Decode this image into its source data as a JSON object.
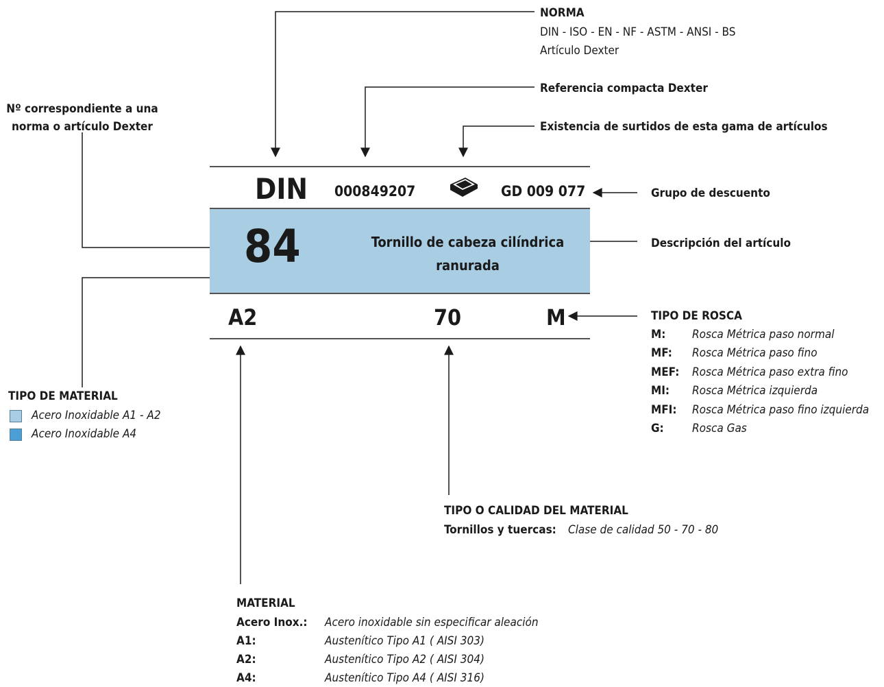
{
  "norma": {
    "title": "NORMA",
    "line1": "DIN - ISO - EN - NF - ASTM - ANSI - BS",
    "line2": "Artículo Dexter"
  },
  "referencia": "Referencia compacta Dexter",
  "surtidos": "Existencia de surtidos de esta gama de artículos",
  "numero_norma": {
    "line1": "Nº correspondiente a una",
    "line2": "norma o artículo Dexter"
  },
  "label": {
    "norm": "DIN",
    "code": "000849207",
    "group": "GD 009 077",
    "number": "84",
    "desc_line1": "Tornillo de cabeza cilíndrica",
    "desc_line2": "ranurada",
    "material": "A2",
    "quality": "70",
    "thread": "M"
  },
  "grupo_descuento": "Grupo de descuento",
  "descripcion": "Descripción del artículo",
  "tipo_rosca": {
    "title": "TIPO DE ROSCA",
    "items": [
      {
        "code": "M:",
        "desc": "Rosca Métrica paso normal"
      },
      {
        "code": "MF:",
        "desc": "Rosca Métrica paso fino"
      },
      {
        "code": "MEF:",
        "desc": "Rosca Métrica paso extra fino"
      },
      {
        "code": "MI:",
        "desc": "Rosca Métrica izquierda"
      },
      {
        "code": "MFI:",
        "desc": "Rosca Métrica paso fino izquierda"
      },
      {
        "code": "G:",
        "desc": "Rosca Gas"
      }
    ]
  },
  "tipo_material": {
    "title": "TIPO DE MATERIAL",
    "items": [
      {
        "desc": "Acero Inoxidable A1 - A2",
        "color": "#a9cde3"
      },
      {
        "desc": "Acero Inoxidable A4",
        "color": "#4a9fd6"
      }
    ]
  },
  "calidad": {
    "title": "TIPO O CALIDAD DEL MATERIAL",
    "label": "Tornillos y tuercas:",
    "value": "Clase de calidad 50 - 70 - 80"
  },
  "material": {
    "title": "MATERIAL",
    "items": [
      {
        "code": "Acero Inox.:",
        "desc": "Acero inoxidable sin especificar aleación"
      },
      {
        "code": "A1:",
        "desc": "Austenítico Tipo A1 ( AISI 303)"
      },
      {
        "code": "A2:",
        "desc": "Austenítico Tipo A2 ( AISI 304)"
      },
      {
        "code": "A4:",
        "desc": "Austenítico Tipo A4 ( AISI 316)"
      }
    ]
  },
  "colors": {
    "band": "#a9cde3",
    "line": "#1a1a1a"
  }
}
